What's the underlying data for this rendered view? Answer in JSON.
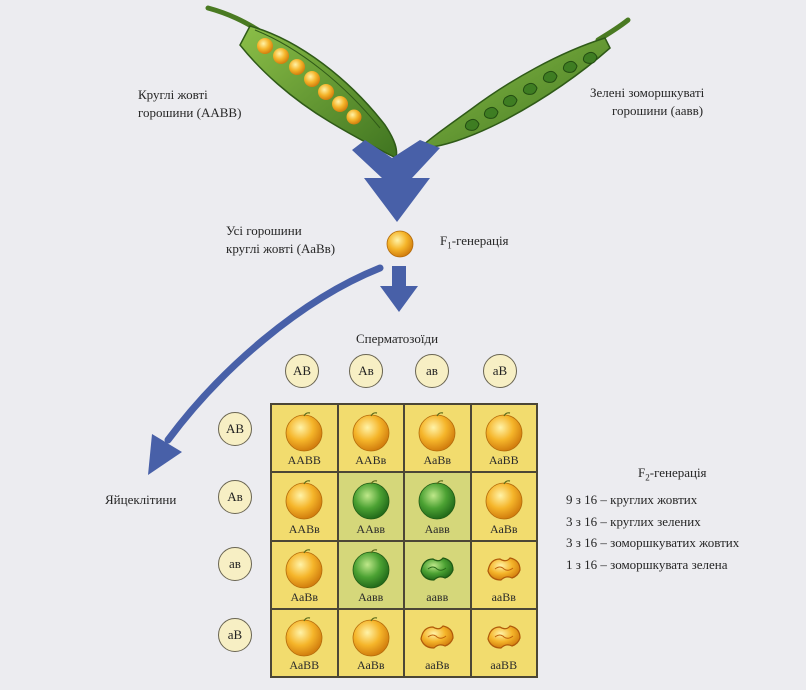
{
  "parents": {
    "left_label_line1": "Круглі жовті",
    "left_label_line2": "горошини (ААВВ)",
    "right_label_line1": "Зелені зоморшкуваті",
    "right_label_line2": "горошини (аавв)"
  },
  "f1": {
    "label_line1": "Усі горошини",
    "label_line2": "круглі жовті (АаВв)",
    "generation_prefix": "F",
    "generation_sub": "1",
    "generation_suffix": "-генерація"
  },
  "sperm_label": "Сперматозоїди",
  "egg_label": "Яйцеклітини",
  "sperm_gametes": [
    "АВ",
    "Ав",
    "ав",
    "аВ"
  ],
  "egg_gametes": [
    "АВ",
    "Ав",
    "ав",
    "аВ"
  ],
  "punnett": [
    [
      {
        "genotype": "ААВВ",
        "phenotype": "round-yellow"
      },
      {
        "genotype": "ААВв",
        "phenotype": "round-yellow"
      },
      {
        "genotype": "АаВв",
        "phenotype": "round-yellow"
      },
      {
        "genotype": "АаВВ",
        "phenotype": "round-yellow"
      }
    ],
    [
      {
        "genotype": "ААВв",
        "phenotype": "round-yellow"
      },
      {
        "genotype": "ААвв",
        "phenotype": "round-green"
      },
      {
        "genotype": "Аавв",
        "phenotype": "round-green"
      },
      {
        "genotype": "АаВв",
        "phenotype": "round-yellow"
      }
    ],
    [
      {
        "genotype": "АаВв",
        "phenotype": "round-yellow"
      },
      {
        "genotype": "Аавв",
        "phenotype": "round-green"
      },
      {
        "genotype": "аавв",
        "phenotype": "wrinkled-green"
      },
      {
        "genotype": "ааВв",
        "phenotype": "wrinkled-yellow"
      }
    ],
    [
      {
        "genotype": "АаВВ",
        "phenotype": "round-yellow"
      },
      {
        "genotype": "АаВв",
        "phenotype": "round-yellow"
      },
      {
        "genotype": "ааВв",
        "phenotype": "wrinkled-yellow"
      },
      {
        "genotype": "ааВВ",
        "phenotype": "wrinkled-yellow"
      }
    ]
  ],
  "f2": {
    "generation_prefix": "F",
    "generation_sub": "2",
    "generation_suffix": "-генерація",
    "ratios": [
      "9 з 16 – круглих жовтих",
      "3 з 16 – круглих зелених",
      "3 з 16 – зоморшкуватих жовтих",
      "1 з 16 – зоморшкувата зелена"
    ]
  },
  "colors": {
    "arrow": "#4860a8",
    "yellow_pea": "#f0a020",
    "green_pea": "#3a9a2a",
    "cell_yellow": "#f2dc6e",
    "cell_green": "#d5d77a",
    "pod": "#5d8f2a"
  }
}
